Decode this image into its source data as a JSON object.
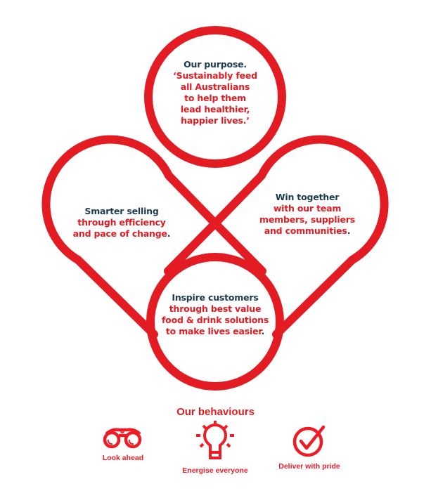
{
  "colors": {
    "accent": "#e31b23",
    "heading": "#1d3b4f",
    "background": "#ffffff"
  },
  "purpose": {
    "heading": "Our purpose.",
    "lines": [
      "‘Sustainably feed",
      "all Australians",
      "to help them",
      "lead healthier,",
      "happier lives.’"
    ]
  },
  "pillars": [
    {
      "heading": "Smarter selling",
      "lines": [
        "through efficiency",
        "and pace of change"
      ],
      "end": "."
    },
    {
      "heading": "Win together",
      "lines": [
        "with our team",
        "members, suppliers",
        "and communities"
      ],
      "end": "."
    },
    {
      "heading": "Inspire customers",
      "lines": [
        "through best value",
        "food & drink solutions",
        "to make lives easier"
      ],
      "end": "."
    }
  ],
  "behaviours": {
    "title": "Our behaviours",
    "items": [
      {
        "label": "Look ahead",
        "icon": "binoculars-icon"
      },
      {
        "label": "Energise everyone",
        "icon": "lightbulb-icon"
      },
      {
        "label": "Deliver with pride",
        "icon": "check-circle-icon"
      }
    ]
  }
}
